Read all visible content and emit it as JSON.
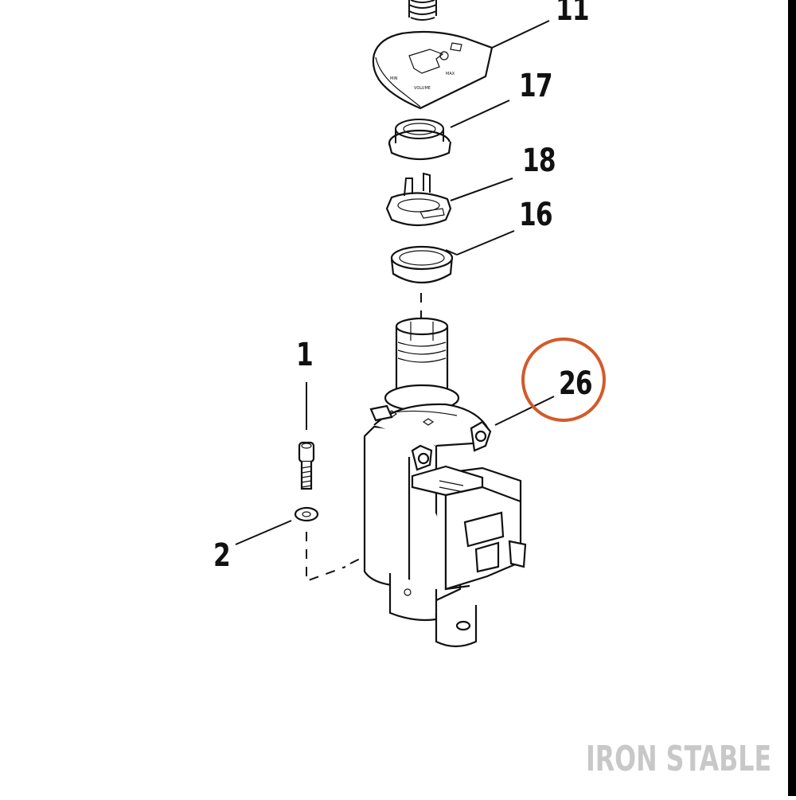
{
  "callouts": {
    "c11": "11",
    "c17": "17",
    "c18": "18",
    "c16": "16",
    "c1": "1",
    "c26": "26",
    "c2": "2"
  },
  "highlight": {
    "label": "26",
    "color": "#d35a2a"
  },
  "watermark": "IRON STABLE",
  "plate_text": {
    "t1": "MIN",
    "t2": "MAX",
    "t3": "VOLUME"
  },
  "colors": {
    "line": "#111111",
    "watermark": "#c8c8c8",
    "border": "#000000"
  }
}
